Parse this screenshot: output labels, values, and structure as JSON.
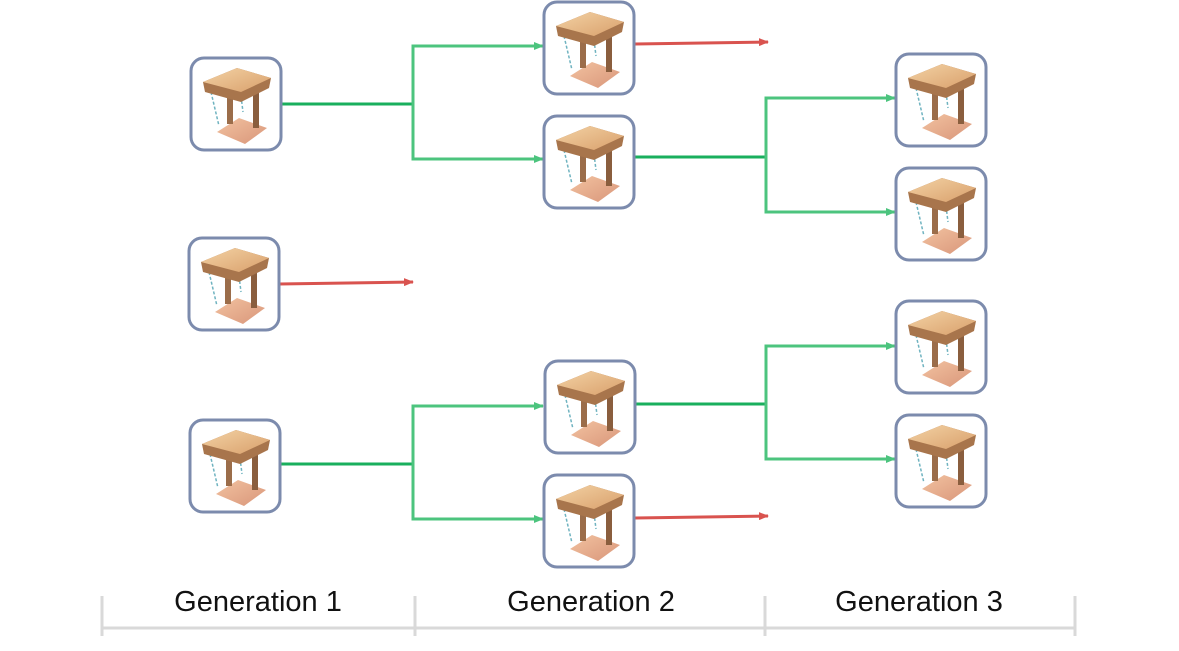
{
  "generations": [
    {
      "label": "Generation 1"
    },
    {
      "label": "Generation 2"
    },
    {
      "label": "Generation 3"
    }
  ],
  "colors": {
    "node_border": "#7c8bad",
    "survive_trunk": "#1aaf5d",
    "survive_branch": "#4cc47e",
    "discard": "#d9534f",
    "axis": "#d9d9d9"
  },
  "node_icon": "stool-design-icon"
}
